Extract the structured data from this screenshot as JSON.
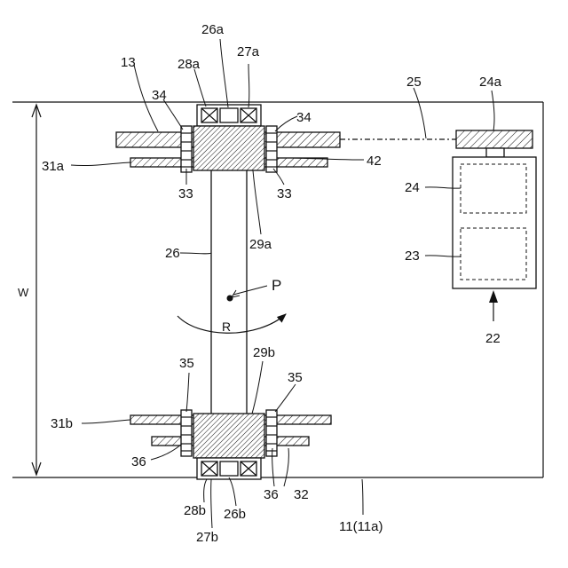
{
  "labels": {
    "l26a": "26a",
    "l27a": "27a",
    "l28a": "28a",
    "l13": "13",
    "l34_left": "34",
    "l34_right": "34",
    "l25": "25",
    "l24a": "24a",
    "l31a": "31a",
    "l42": "42",
    "l33_left": "33",
    "l33_right": "33",
    "l29a": "29a",
    "l24": "24",
    "l23": "23",
    "l26": "26",
    "l22": "22",
    "lW": "W",
    "lP": "P",
    "lR": "R",
    "l29b": "29b",
    "l35_left": "35",
    "l35_right": "35",
    "l31b": "31b",
    "l36_left": "36",
    "l36_right": "36",
    "l32": "32",
    "l28b": "28b",
    "l26b": "26b",
    "l27b": "27b",
    "l11": "11(11a)"
  }
}
